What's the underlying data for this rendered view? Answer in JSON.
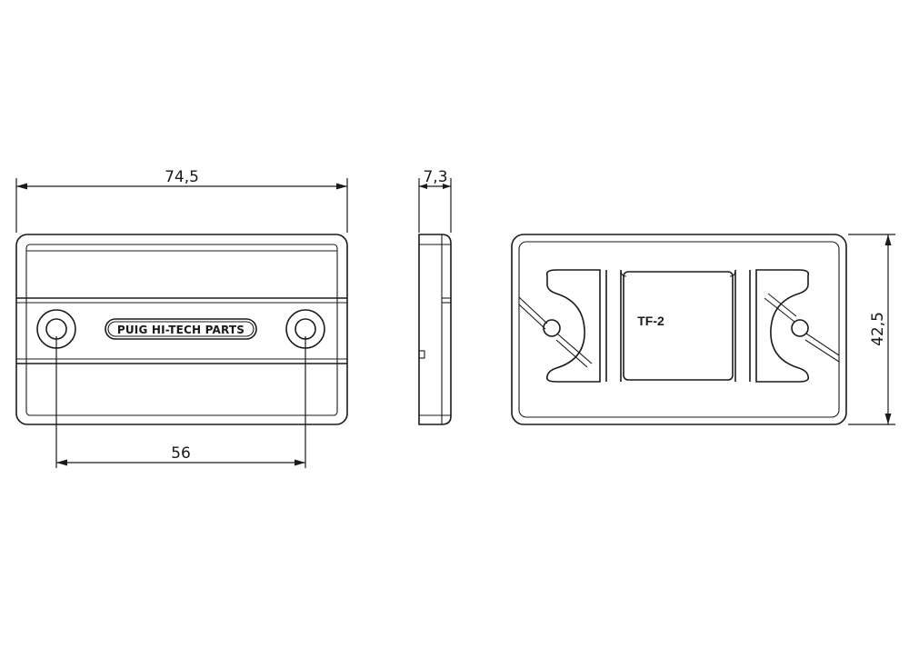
{
  "dimensions": {
    "front_width": "74,5",
    "hole_spacing": "56",
    "side_thickness": "7,3",
    "back_height": "42,5"
  },
  "labels": {
    "brand_logo": "PUIG HI-TECH PARTS",
    "part_code": "TF-2"
  },
  "colors": {
    "line": "#1a1a1a",
    "background": "#ffffff"
  }
}
